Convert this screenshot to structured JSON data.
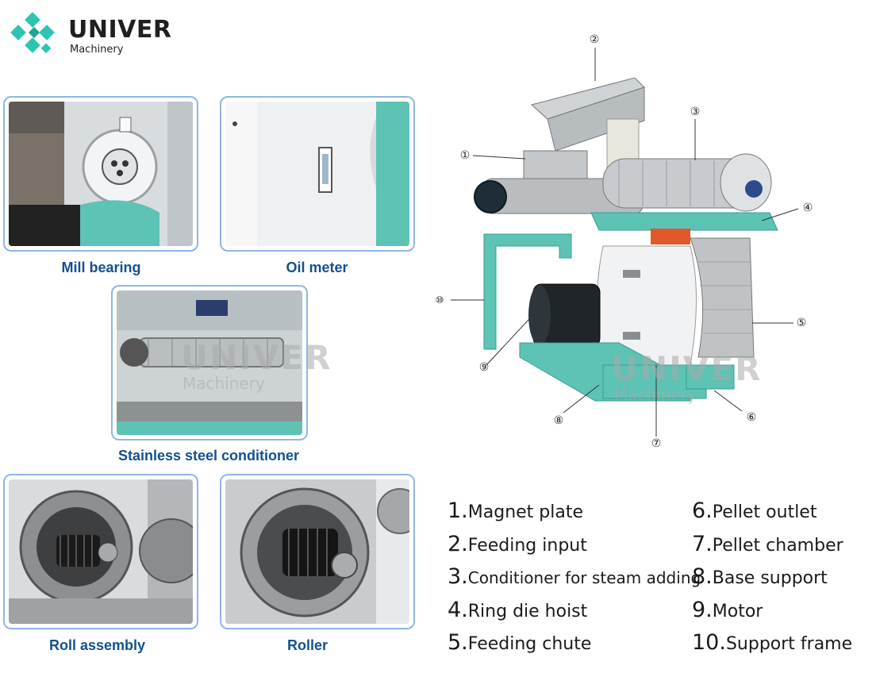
{
  "brand": {
    "name": "UNIVER",
    "subtitle": "Machinery",
    "logo_icon": "univer-logo-icon",
    "accent": "#2fc4b2"
  },
  "photos": [
    {
      "caption": "Mill bearing"
    },
    {
      "caption": "Oil meter"
    },
    {
      "caption": "Stainless steel conditioner"
    },
    {
      "caption": "Roll assembly"
    },
    {
      "caption": "Roller"
    }
  ],
  "machine": {
    "markers": [
      "①",
      "②",
      "③",
      "④",
      "⑤",
      "⑥",
      "⑦",
      "⑧",
      "⑨",
      "⑩"
    ]
  },
  "legend": {
    "left": [
      {
        "num": "1.",
        "text": "Magnet plate"
      },
      {
        "num": "2.",
        "text": "Feeding input"
      },
      {
        "num": "3.",
        "text": "Conditioner for steam adding"
      },
      {
        "num": "4.",
        "text": "Ring die hoist"
      },
      {
        "num": "5.",
        "text": "Feeding chute"
      }
    ],
    "right": [
      {
        "num": "6.",
        "text": "Pellet outlet"
      },
      {
        "num": "7.",
        "text": "Pellet chamber"
      },
      {
        "num": "8.",
        "text": "Base support"
      },
      {
        "num": "9.",
        "text": "Motor"
      },
      {
        "num": "10.",
        "text": "Support frame"
      }
    ]
  },
  "watermark": {
    "name": "UNIVER",
    "sub": "Machinery"
  },
  "colors": {
    "caption": "#14508f",
    "frame": "#8fb6e6",
    "machine_teal": "#5cc3b5"
  }
}
